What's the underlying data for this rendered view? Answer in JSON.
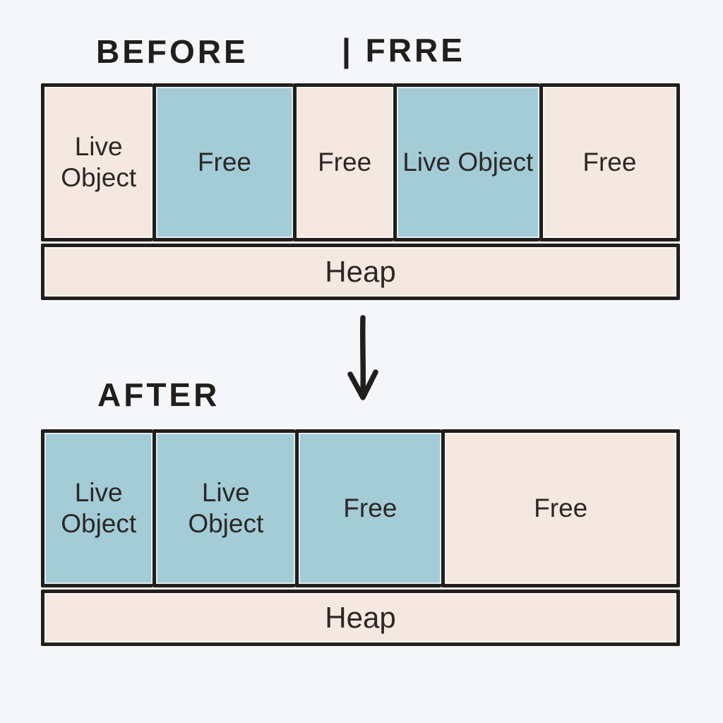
{
  "header": {
    "before_label": "BEFORE",
    "extra_label": "| FRRE"
  },
  "before_section": {
    "heap_label": "Heap",
    "blocks": [
      {
        "label": "Live Object",
        "fill": "cream"
      },
      {
        "label": "Free",
        "fill": "blue"
      },
      {
        "label": "Free",
        "fill": "cream"
      },
      {
        "label": "Live Object",
        "fill": "blue"
      },
      {
        "label": "Free",
        "fill": "cream"
      }
    ]
  },
  "after_section": {
    "label": "AFTER",
    "heap_label": "Heap",
    "blocks": [
      {
        "label": "Live Object",
        "fill": "blue"
      },
      {
        "label": "Live Object",
        "fill": "blue"
      },
      {
        "label": "Free",
        "fill": "blue"
      },
      {
        "label": "Free",
        "fill": "cream"
      }
    ]
  },
  "icons": {
    "down_arrow": "down-arrow"
  },
  "colors": {
    "background": "#f4f6fa",
    "block_cream": "#f5e8e0",
    "block_blue": "#a3ccd7",
    "ink": "#211e1c",
    "text": "#2b2826"
  }
}
